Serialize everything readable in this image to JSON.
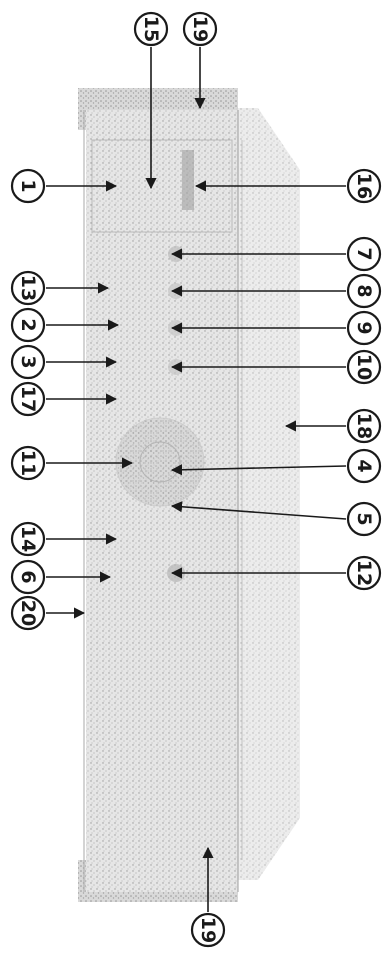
{
  "diagram": {
    "callouts": [
      {
        "id": "c1",
        "text": "1"
      },
      {
        "id": "c13",
        "text": "13"
      },
      {
        "id": "c2",
        "text": "2"
      },
      {
        "id": "c3",
        "text": "3"
      },
      {
        "id": "c17",
        "text": "17"
      },
      {
        "id": "c11",
        "text": "11"
      },
      {
        "id": "c14",
        "text": "14"
      },
      {
        "id": "c6",
        "text": "6"
      },
      {
        "id": "c20",
        "text": "20"
      },
      {
        "id": "c15",
        "text": "15"
      },
      {
        "id": "c19t",
        "text": "19"
      },
      {
        "id": "c16",
        "text": "16"
      },
      {
        "id": "c7",
        "text": "7"
      },
      {
        "id": "c8",
        "text": "8"
      },
      {
        "id": "c9",
        "text": "9"
      },
      {
        "id": "c10",
        "text": "10"
      },
      {
        "id": "c18",
        "text": "18"
      },
      {
        "id": "c4",
        "text": "4"
      },
      {
        "id": "c5",
        "text": "5"
      },
      {
        "id": "c12",
        "text": "12"
      },
      {
        "id": "c19b",
        "text": "19"
      }
    ]
  }
}
